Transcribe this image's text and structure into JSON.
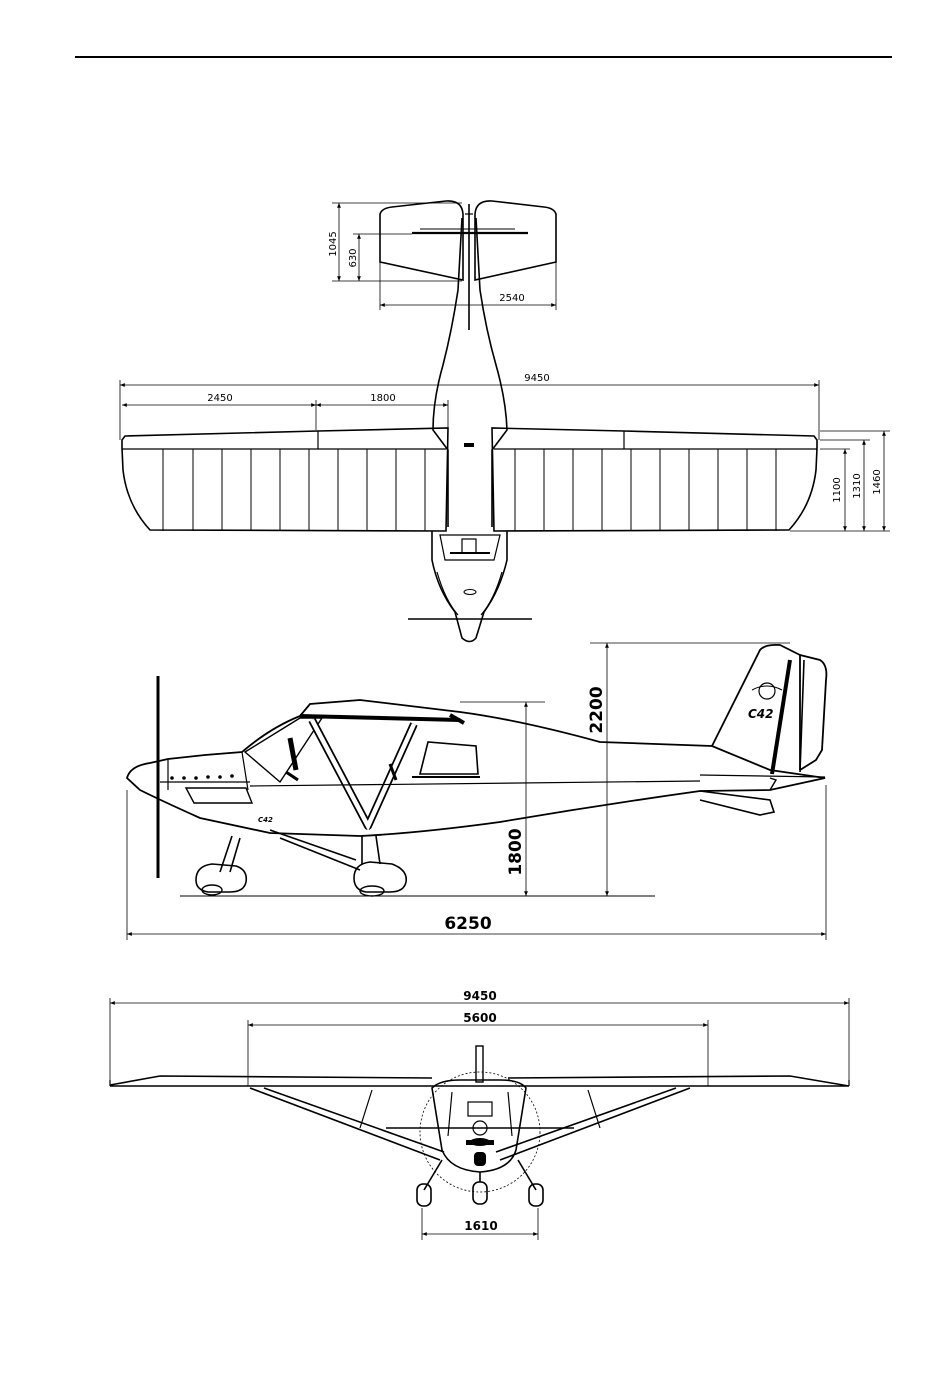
{
  "top_view": {
    "stabilizer_chord": "1045",
    "elevator_chord": "630",
    "stabilizer_span": "2540",
    "wing_span": "9450",
    "aileron_span": "2450",
    "flap_span": "1800",
    "chord_1": "1100",
    "chord_2": "1310",
    "chord_3": "1460"
  },
  "side_view": {
    "overall_height": "2200",
    "cabin_height": "1800",
    "overall_length": "6250",
    "tail_logo": "C42",
    "cowl_logo": "C42"
  },
  "front_view": {
    "wing_span": "9450",
    "strut_span": "5600",
    "track": "1610"
  },
  "colors": {
    "ink": "#000000",
    "paper": "#ffffff"
  }
}
